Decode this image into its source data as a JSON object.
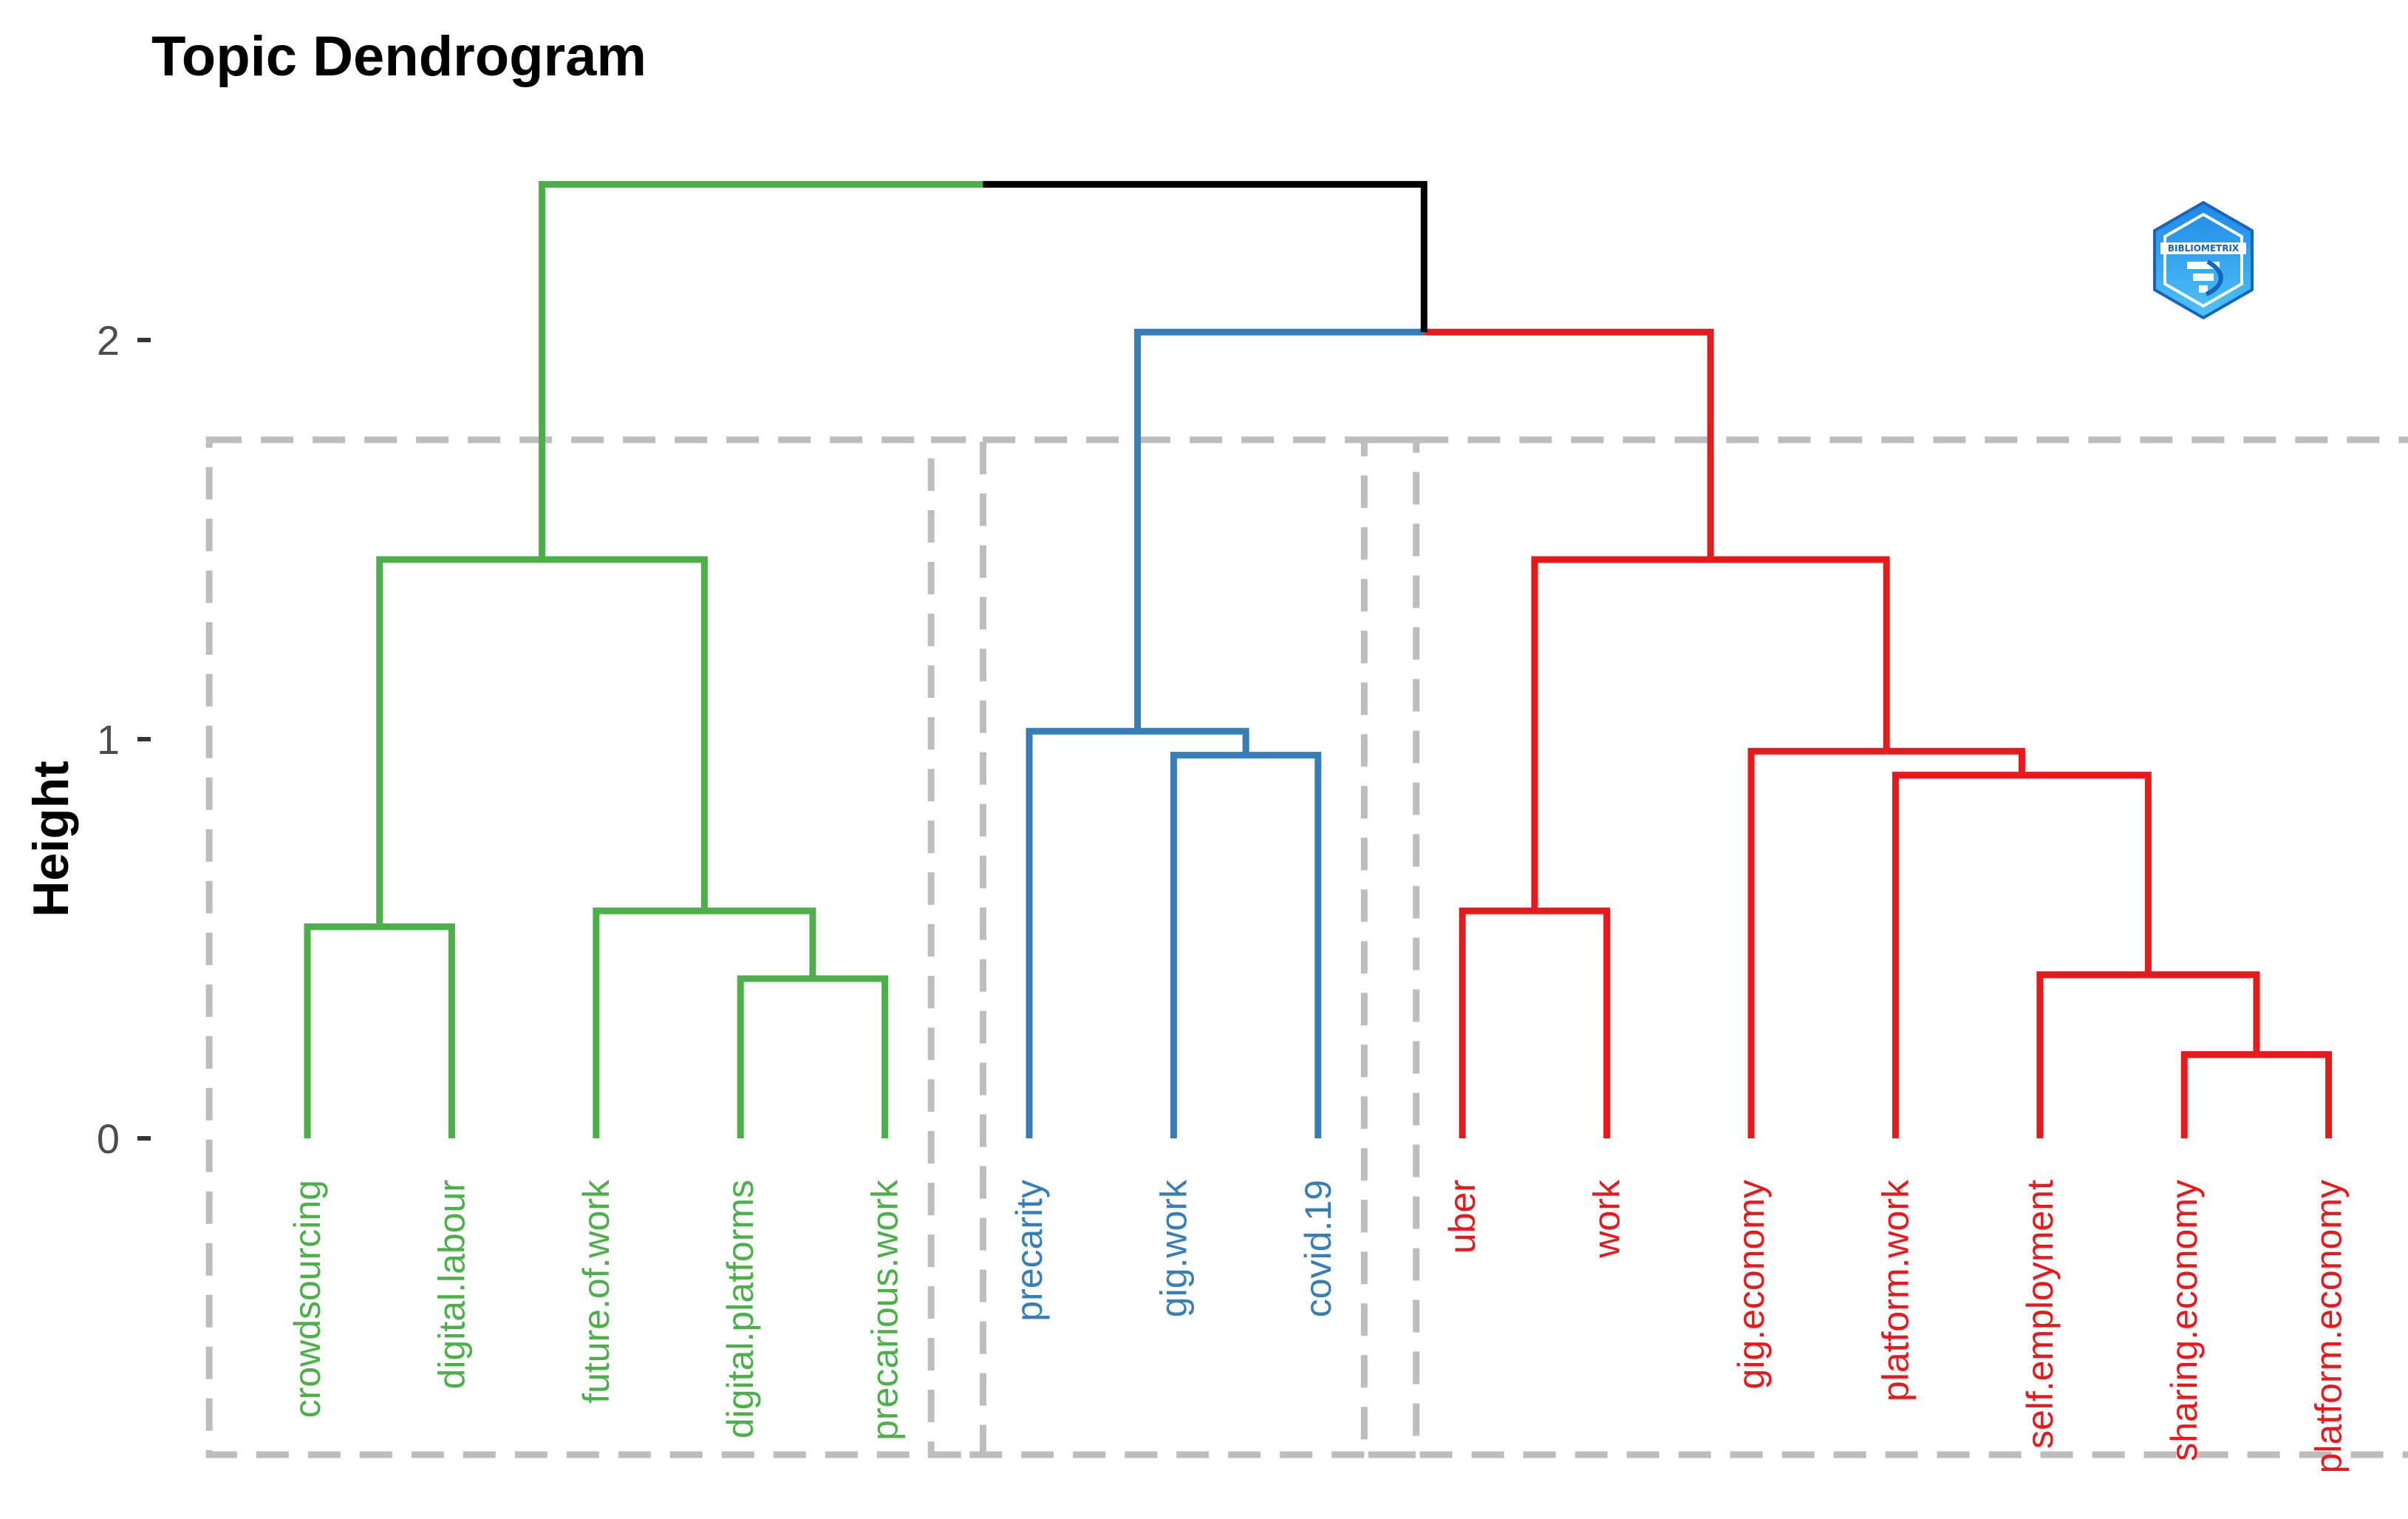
{
  "chart_data": {
    "type": "dendrogram",
    "title": "Topic Dendrogram",
    "xlabel": "",
    "ylabel": "Height",
    "ylim": [
      0,
      2.4
    ],
    "yticks": [
      0,
      1,
      2
    ],
    "leaves": [
      {
        "label": "crowdsourcing",
        "cluster": 0
      },
      {
        "label": "digital.labour",
        "cluster": 0
      },
      {
        "label": "future.of.work",
        "cluster": 0
      },
      {
        "label": "digital.platforms",
        "cluster": 0
      },
      {
        "label": "precarious.work",
        "cluster": 0
      },
      {
        "label": "precarity",
        "cluster": 1
      },
      {
        "label": "gig.work",
        "cluster": 1
      },
      {
        "label": "covid.19",
        "cluster": 1
      },
      {
        "label": "uber",
        "cluster": 2
      },
      {
        "label": "work",
        "cluster": 2
      },
      {
        "label": "gig.economy",
        "cluster": 2
      },
      {
        "label": "platform.work",
        "cluster": 2
      },
      {
        "label": "self.employment",
        "cluster": 2
      },
      {
        "label": "sharing.economy",
        "cluster": 2
      },
      {
        "label": "platform.economy",
        "cluster": 2
      }
    ],
    "merges": [
      {
        "left": "L0",
        "right": "L1",
        "height": 0.53,
        "cluster": 0
      },
      {
        "left": "L3",
        "right": "L4",
        "height": 0.4,
        "cluster": 0
      },
      {
        "left": "L2",
        "right": "M1",
        "height": 0.57,
        "cluster": 0
      },
      {
        "left": "M0",
        "right": "M2",
        "height": 1.45,
        "cluster": 0
      },
      {
        "left": "L6",
        "right": "L7",
        "height": 0.96,
        "cluster": 1
      },
      {
        "left": "L5",
        "right": "M4",
        "height": 1.02,
        "cluster": 1
      },
      {
        "left": "L13",
        "right": "L14",
        "height": 0.21,
        "cluster": 2
      },
      {
        "left": "L12",
        "right": "M6",
        "height": 0.41,
        "cluster": 2
      },
      {
        "left": "L11",
        "right": "M7",
        "height": 0.91,
        "cluster": 2
      },
      {
        "left": "L10",
        "right": "M8",
        "height": 0.97,
        "cluster": 2
      },
      {
        "left": "L8",
        "right": "L9",
        "height": 0.57,
        "cluster": 2
      },
      {
        "left": "M10",
        "right": "M9",
        "height": 1.45,
        "cluster": 2
      },
      {
        "left": "M5",
        "right": "M11",
        "height": 2.02,
        "cluster": 2,
        "left_cluster": 1
      },
      {
        "left": "M3",
        "right": "M12",
        "height": 2.39,
        "cluster": 3,
        "left_cluster": 0
      }
    ],
    "clusters": [
      {
        "color": "#4daf4a"
      },
      {
        "color": "#377eb8"
      },
      {
        "color": "#e41a1c"
      },
      {
        "color": "#000000"
      }
    ],
    "grid": false,
    "legend": "none"
  },
  "logo": {
    "text": "BIBLIOMETRIX",
    "colors": [
      "#2a9df4",
      "#1565c0"
    ]
  }
}
